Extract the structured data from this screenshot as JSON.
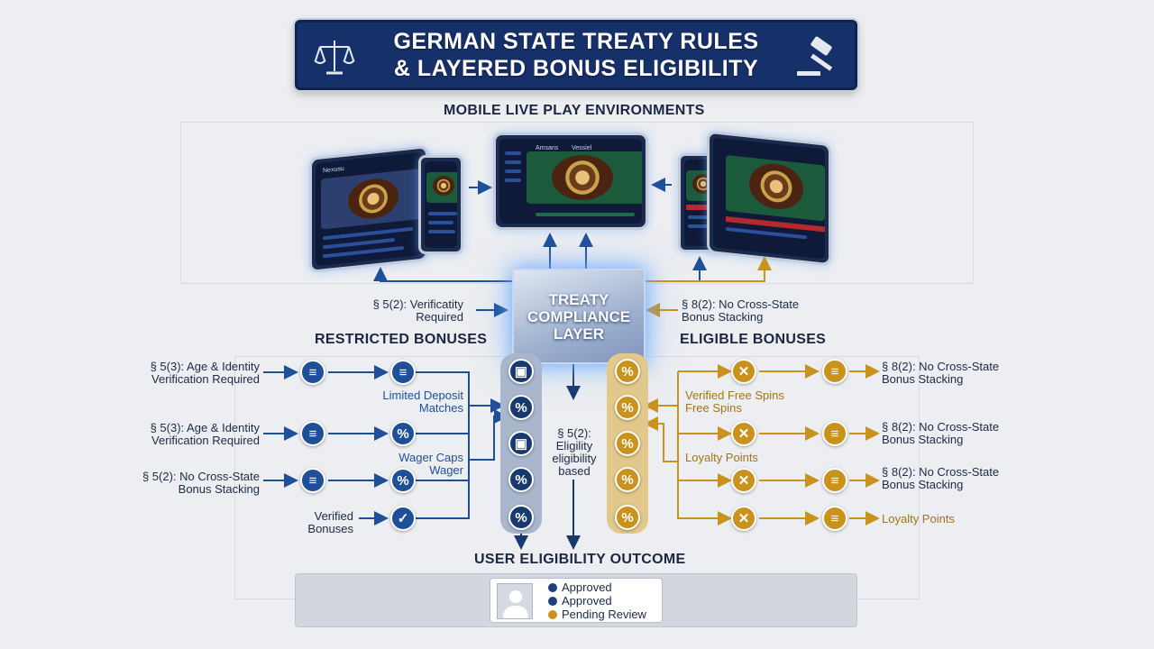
{
  "title": {
    "line1": "GERMAN STATE TREATY RULES",
    "line2": "& LAYERED BONUS ELIGIBILITY",
    "left_icon": "scales-icon",
    "right_icon": "gavel-icon"
  },
  "environments_heading": "MOBILE LIVE PLAY ENVIRONMENTS",
  "device_ui": {
    "left_tab": "Nexusu",
    "center_tab": "Amsans",
    "center_tab2": "Vessiel"
  },
  "compliance_layer": {
    "line1": "TREATY",
    "line2": "COMPLIANCE",
    "line3": "LAYER"
  },
  "side_labels": {
    "left_line1": "§ 5(2): Verificatity",
    "left_line2": "Required",
    "right_line1": "§ 8(2): No Cross-State",
    "right_line2": "Bonus Stacking"
  },
  "restricted": {
    "heading": "RESTRICTED BONUSES",
    "rules": [
      {
        "line1": "§ 5(3): Age & Identity",
        "line2": "Verification Required"
      },
      {
        "line1": "§ 5(3): Age & Identity",
        "line2": "Verification Required"
      },
      {
        "line1": "§ 5(2): No Cross-State",
        "line2": "Bonus Stacking"
      }
    ],
    "verified_line1": "Verified",
    "verified_line2": "Bonuses",
    "mid_labels": [
      {
        "line1": "Limited Deposit",
        "line2": "Matches"
      },
      {
        "line1": "Wager Caps",
        "line2": "Wager"
      }
    ]
  },
  "center_rule": {
    "line1": "§ 5(2):",
    "line2": "Eligility",
    "line3": "eligibility",
    "line4": "based"
  },
  "eligible": {
    "heading": "ELIGIBLE BONUSES",
    "mid_labels": [
      {
        "line1": "Verified Free Spins",
        "line2": "Free Spins"
      },
      {
        "line1": "Loyalty Points",
        "line2": ""
      }
    ],
    "rules": [
      {
        "line1": "§ 8(2): No Cross-State",
        "line2": "Bonus Stacking"
      },
      {
        "line1": "§ 8(2): No Cross-State",
        "line2": "Bonus Stacking"
      },
      {
        "line1": "§ 8(2): No Cross-State",
        "line2": "Bonus Stacking"
      }
    ],
    "loyalty_end": "Loyalty Points"
  },
  "outcome": {
    "heading": "USER ELIGIBILITY OUTCOME",
    "statuses": [
      {
        "label": "Approved",
        "color": "#1e3f7a"
      },
      {
        "label": "Approved",
        "color": "#1e3f7a"
      },
      {
        "label": "Pending Review",
        "color": "#c8921c"
      }
    ]
  },
  "colors": {
    "navy": "#16306a",
    "blue": "#1e4f99",
    "gold": "#c8921c"
  }
}
